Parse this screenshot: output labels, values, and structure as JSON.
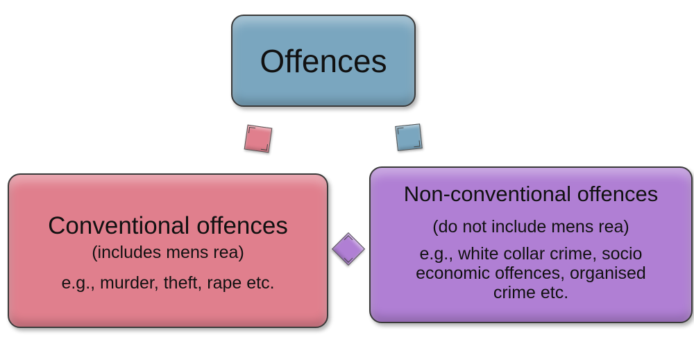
{
  "diagram": {
    "top": {
      "title": "Offences",
      "color": "#7AA6BF"
    },
    "left": {
      "title": "Conventional offences",
      "subtitle": "(includes mens rea)",
      "examples": "e.g., murder, theft, rape etc.",
      "color": "#E07F8D"
    },
    "right": {
      "title": "Non-conventional offences",
      "subtitle": "(do not include mens rea)",
      "examples_line1": "e.g., white collar crime, socio",
      "examples_line2": "economic offences, organised",
      "examples_line3": "crime etc.",
      "color": "#B07FD4"
    },
    "connectors": {
      "top_left_color": "#E07F8D",
      "top_right_color": "#7AA6BF",
      "middle_color": "#B07FD4"
    }
  }
}
